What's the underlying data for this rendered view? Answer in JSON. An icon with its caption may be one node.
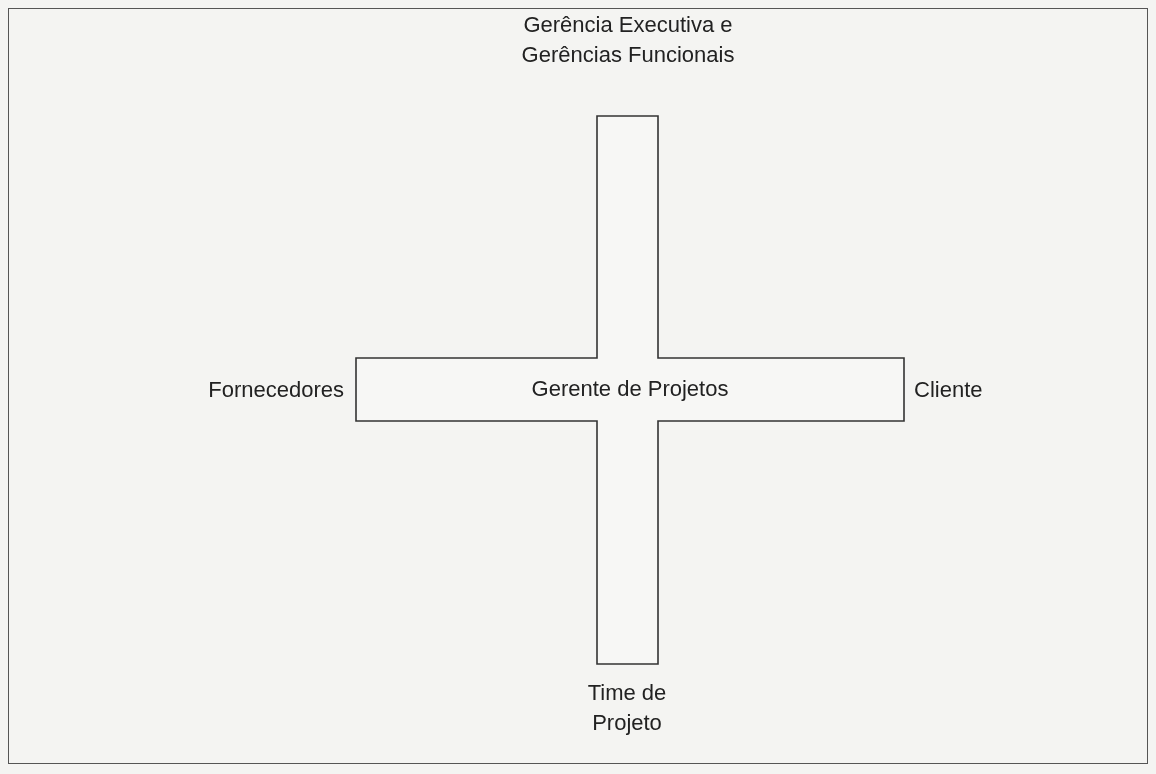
{
  "diagram": {
    "nodes": [
      {
        "text": [
          "Gerente de Projetos"
        ]
      }
    ],
    "labels": [
      "Gerência Executiva e Gerências Funcionais",
      "Fornecedores",
      "Cliente",
      "Time de Projeto"
    ]
  }
}
